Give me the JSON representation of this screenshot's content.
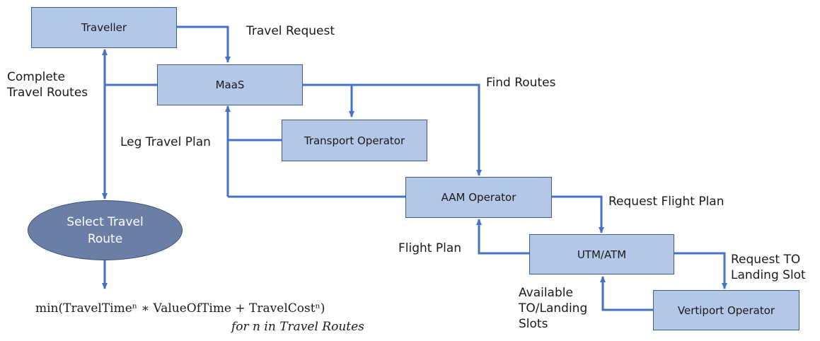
{
  "nodes": {
    "traveller": "Traveller",
    "maas": "MaaS",
    "transport_operator": "Transport Operator",
    "aam_operator": "AAM Operator",
    "utm_atm": "UTM/ATM",
    "vertiport_operator": "Vertiport Operator",
    "select_route_line1": "Select Travel",
    "select_route_line2": "Route"
  },
  "edges": {
    "travel_request": "Travel Request",
    "complete_routes_line1": "Complete",
    "complete_routes_line2": "Travel Routes",
    "find_routes": "Find Routes",
    "leg_travel_plan": "Leg Travel Plan",
    "request_flight_plan": "Request Flight Plan",
    "flight_plan": "Flight Plan",
    "request_to_line1": "Request TO",
    "request_to_line2": "Landing Slot",
    "available_line1": "Available",
    "available_line2": "TO/Landing",
    "available_line3": "Slots"
  },
  "formula": {
    "line1": "min(TravelTimeⁿ  ∗ ValueOfTime + TravelCostⁿ)",
    "line2": "for n in Travel Routes"
  },
  "colors": {
    "box_fill": "#b4c7e7",
    "box_border": "#3d5d85",
    "ellipse_fill": "#6b7fa6",
    "arrow": "#4472c4"
  }
}
